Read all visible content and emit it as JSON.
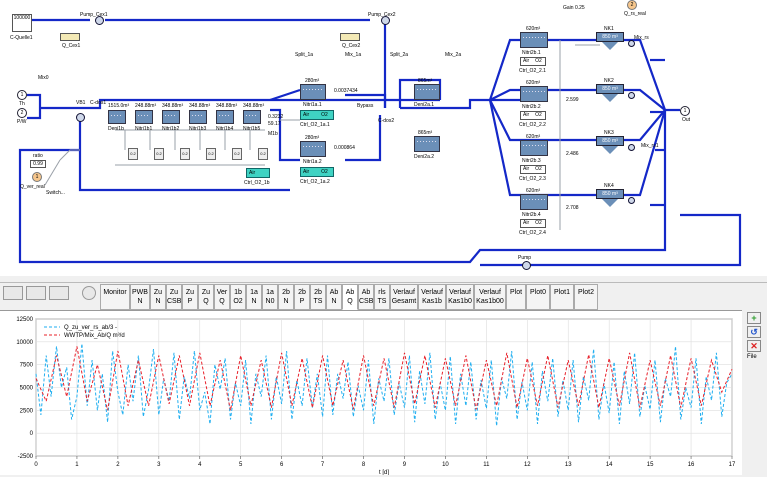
{
  "diagram": {
    "labels": {
      "c_quelle": "C-Quelle1",
      "c_quelle_value": "100000",
      "pump_cex1": "Pump_Cex1",
      "q_cex1": "Q_Cex1",
      "pump_cex2": "Pump_Cex2",
      "q_cex2": "Q_Cex2",
      "mix_1a": "Mix_1a",
      "mix0": "Mix0",
      "split_1a": "Split_1a",
      "split_2a": "Split_2a",
      "mix_2a": "Mix_2a",
      "gain": "Gain 0.25",
      "q_rs_real": "Q_rs_real",
      "mix_rs": "Mix_rs",
      "mix_rs1": "Mix_rs1",
      "vb1": "VB1",
      "c_dos1": "C-dos1",
      "c_dos2": "C-dos2",
      "bypass": "Bypass",
      "out": "Out",
      "pump": "Pump",
      "ratio": "ratio",
      "ratio_value": "0.99",
      "q_ver_real": "Q_ver_real",
      "switch": "Switch...",
      "m1b": "M1b",
      "in_th_num": "1",
      "in_th": "Th",
      "in_pw_num": "2",
      "in_pw": "P/W",
      "out_num": "1",
      "orb1": "1",
      "orb2": "2"
    },
    "deni": [
      {
        "vol": "1515.0m³",
        "name": "Deni1b"
      },
      {
        "vol": "248.88m³",
        "name": "Nitri1b1"
      },
      {
        "vol": "348.88m³",
        "name": "Nitri1b2"
      },
      {
        "vol": "348.88m³",
        "name": "Nitri1b3"
      },
      {
        "vol": "348.88m³",
        "name": "Nitri1b4"
      },
      {
        "vol": "348.88m³",
        "name": "Nitri1b5"
      }
    ],
    "small_sensors": [
      "0.2",
      "0.2",
      "0.2",
      "0.2",
      "0.2",
      "0.2"
    ],
    "nitri1a": [
      {
        "vol": "280m³",
        "name": "Nitri1a.1",
        "ctrl": "Ctrl_O2_1a.1",
        "val": "0.0037434"
      },
      {
        "vol": "280m³",
        "name": "Nitri1a.2",
        "ctrl": "Ctrl_O2_1a.2",
        "val": "0.000864"
      }
    ],
    "sensor_1b": "0.3232",
    "sensor_1b2": "59.17",
    "ctrl_1b": "Ctrl_O2_1b",
    "air_o2": [
      "Air",
      "O2"
    ],
    "deni2a": [
      {
        "vol": "865m³",
        "name": "Deni2a.1"
      },
      {
        "vol": "865m³",
        "name": "Deni2a.2"
      }
    ],
    "nitri2b": [
      {
        "vol": "620m³",
        "name": "Nitri2b.1",
        "ctrl": "Ctrl_O2_2.1",
        "val": ""
      },
      {
        "vol": "620m³",
        "name": "Nitri2b.2",
        "ctrl": "Ctrl_O2_2.2",
        "val": "2.599"
      },
      {
        "vol": "620m³",
        "name": "Nitri2b.3",
        "ctrl": "Ctrl_O2_2.3",
        "val": "2.486"
      },
      {
        "vol": "620m³",
        "name": "Nitri2b.4",
        "ctrl": "Ctrl_O2_2.4",
        "val": "2.708"
      }
    ],
    "nk": [
      {
        "name": "NK1",
        "vol": "850 m³"
      },
      {
        "name": "NK2",
        "vol": "850 m³"
      },
      {
        "name": "NK3",
        "vol": "850 m³"
      },
      {
        "name": "NK4",
        "vol": "850 m³"
      }
    ]
  },
  "tabs": [
    {
      "line1": "Monitor",
      "line2": ""
    },
    {
      "line1": "PWB",
      "line2": "N"
    },
    {
      "line1": "Zu",
      "line2": "N"
    },
    {
      "line1": "Zu",
      "line2": "CSB"
    },
    {
      "line1": "Zu",
      "line2": "P"
    },
    {
      "line1": "Zu",
      "line2": "Q"
    },
    {
      "line1": "Ver",
      "line2": "Q"
    },
    {
      "line1": "1b",
      "line2": "O2"
    },
    {
      "line1": "1a",
      "line2": "N"
    },
    {
      "line1": "1a",
      "line2": "N0"
    },
    {
      "line1": "2b",
      "line2": "N"
    },
    {
      "line1": "2b",
      "line2": "P"
    },
    {
      "line1": "2b",
      "line2": "TS"
    },
    {
      "line1": "Ab",
      "line2": "N"
    },
    {
      "line1": "Ab",
      "line2": "Q"
    },
    {
      "line1": "Ab",
      "line2": "CSB"
    },
    {
      "line1": "rls",
      "line2": "TS"
    },
    {
      "line1": "Verlauf",
      "line2": "Gesamt"
    },
    {
      "line1": "Verlauf",
      "line2": "Kas1b"
    },
    {
      "line1": "Verlauf",
      "line2": "Kas1b0"
    },
    {
      "line1": "Verlauf",
      "line2": "Kas1b00"
    },
    {
      "line1": "Plot",
      "line2": ""
    },
    {
      "line1": "Plot0",
      "line2": ""
    },
    {
      "line1": "Plot1",
      "line2": ""
    },
    {
      "line1": "Plot2",
      "line2": ""
    }
  ],
  "side": {
    "file_label": "File"
  },
  "chart_data": {
    "type": "line",
    "xlabel": "t [d]",
    "ylabel": "",
    "xlim": [
      0,
      17
    ],
    "ylim": [
      -2500,
      12500
    ],
    "xticks": [
      0,
      1,
      2,
      3,
      4,
      5,
      6,
      7,
      8,
      9,
      10,
      11,
      12,
      13,
      14,
      15,
      16,
      17
    ],
    "yticks": [
      -2500,
      0,
      2500,
      5000,
      7500,
      10000,
      12500
    ],
    "legend_position": "top-left",
    "grid": true,
    "series": [
      {
        "name": "Q_zu_ver_rs_ab/3 - ",
        "color": "#1eaef0",
        "style": "dashed",
        "x": [
          0,
          0.12,
          0.25,
          0.37,
          0.5,
          0.62,
          0.75,
          0.87,
          1,
          1.12,
          1.25,
          1.37,
          1.5,
          1.62,
          1.75,
          1.87,
          2,
          2.12,
          2.25,
          2.37,
          2.5,
          2.62,
          2.75,
          2.87,
          3,
          3.12,
          3.25,
          3.37,
          3.5,
          3.62,
          3.75,
          3.87,
          4,
          4.12,
          4.25,
          4.37,
          4.5,
          4.62,
          4.75,
          4.87,
          5,
          5.12,
          5.25,
          5.37,
          5.5,
          5.62,
          5.75,
          5.87,
          6,
          6.12,
          6.25,
          6.37,
          6.5,
          6.62,
          6.75,
          6.87,
          7,
          7.12,
          7.25,
          7.37,
          7.5,
          7.62,
          7.75,
          7.87,
          8,
          8.12,
          8.25,
          8.37,
          8.5,
          8.62,
          8.75,
          8.87,
          9,
          9.12,
          9.25,
          9.37,
          9.5,
          9.62,
          9.75,
          9.87,
          10,
          10.12,
          10.25,
          10.37,
          10.5,
          10.62,
          10.75,
          10.87,
          11,
          11.12,
          11.25,
          11.37,
          11.5,
          11.62,
          11.75,
          11.87,
          12,
          12.12,
          12.25,
          12.37,
          12.5,
          12.62,
          12.75,
          12.87,
          13,
          13.12,
          13.25,
          13.37,
          13.5,
          13.62,
          13.75,
          13.87,
          14,
          14.12,
          14.25,
          14.37,
          14.5,
          14.62,
          14.75,
          14.87,
          15,
          15.12,
          15.25,
          15.37,
          15.5,
          15.62,
          15.75,
          15.87,
          16,
          16.12,
          16.25,
          16.37,
          16.5,
          16.62,
          16.75,
          16.87,
          17
        ],
        "y": [
          6500,
          2000,
          8500,
          4000,
          9500,
          5000,
          7200,
          1500,
          4000,
          9800,
          3000,
          8000,
          2500,
          6500,
          1200,
          9000,
          4500,
          2000,
          7500,
          3500,
          8500,
          1800,
          4800,
          9200,
          2000,
          6000,
          3500,
          8800,
          1500,
          6200,
          3800,
          9000,
          2500,
          4500,
          1000,
          7500,
          4800,
          8200,
          1500,
          5500,
          3000,
          8000,
          1000,
          6500,
          4000,
          8500,
          1500,
          6200,
          3200,
          9000,
          1500,
          5800,
          3000,
          8200,
          2800,
          6500,
          1800,
          8500,
          2000,
          6500,
          3800,
          7800,
          1800,
          5200,
          2500,
          8000,
          1000,
          6000,
          3500,
          8200,
          2000,
          5500,
          2800,
          8500,
          1200,
          6800,
          3200,
          8800,
          1500,
          5500,
          2500,
          8400,
          1000,
          6500,
          3000,
          7800,
          1500,
          5800,
          2700,
          8000,
          800,
          6000,
          3800,
          9000,
          1500,
          5600,
          2500,
          7800,
          1000,
          6800,
          3500,
          8200,
          1800,
          5800,
          2500,
          8000,
          1200,
          6200,
          3600,
          9200,
          1500,
          5500,
          2200,
          7800,
          1000,
          6800,
          3200,
          8800,
          1800,
          5200,
          2600,
          8000,
          1200,
          6000,
          4000,
          9500,
          1500,
          5000,
          2800,
          8200,
          1000,
          6200,
          3600,
          8800,
          1800,
          5500,
          6500
        ]
      },
      {
        "name": "WWTP/Mix_Ab/Q m³/d",
        "color": "#e8202a",
        "style": "dashed",
        "x": [
          0,
          0.25,
          0.5,
          0.75,
          1,
          1.25,
          1.5,
          1.75,
          2,
          2.25,
          2.5,
          2.75,
          3,
          3.25,
          3.5,
          3.75,
          4,
          4.25,
          4.5,
          4.75,
          5,
          5.25,
          5.5,
          5.75,
          6,
          6.25,
          6.5,
          6.75,
          7,
          7.25,
          7.5,
          7.75,
          8,
          8.25,
          8.5,
          8.75,
          9,
          9.25,
          9.5,
          9.75,
          10,
          10.25,
          10.5,
          10.75,
          11,
          11.25,
          11.5,
          11.75,
          12,
          12.25,
          12.5,
          12.75,
          13,
          13.25,
          13.5,
          13.75,
          14,
          14.25,
          14.5,
          14.75,
          15,
          15.25,
          15.5,
          15.75,
          16,
          16.25,
          16.5,
          16.75,
          17
        ],
        "y": [
          6000,
          3500,
          8500,
          4000,
          9500,
          3500,
          7500,
          2500,
          9000,
          3000,
          8000,
          3000,
          8500,
          3200,
          8500,
          3000,
          8800,
          3000,
          8000,
          2500,
          8500,
          3000,
          8000,
          2800,
          8800,
          3000,
          8200,
          2800,
          8500,
          3000,
          8000,
          2600,
          8500,
          3000,
          8200,
          2800,
          8800,
          3200,
          8500,
          2800,
          8200,
          3000,
          8500,
          2600,
          8000,
          3000,
          8800,
          2800,
          8200,
          3000,
          8500,
          2800,
          8000,
          3000,
          8600,
          2800,
          8200,
          3000,
          8800,
          2800,
          8000,
          3000,
          8500,
          2800,
          8200,
          3000,
          8000,
          4500,
          7000
        ]
      }
    ]
  }
}
